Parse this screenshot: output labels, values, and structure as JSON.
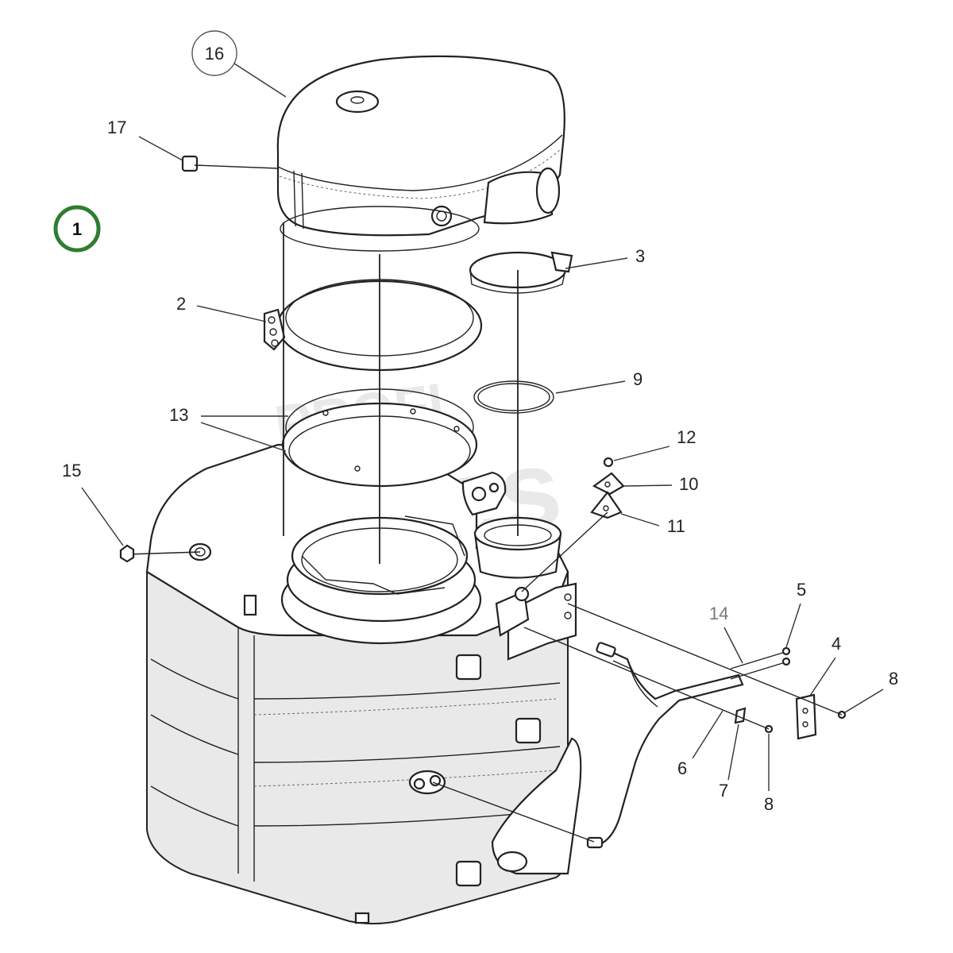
{
  "diagram": {
    "assembly_badge": "1",
    "badge_color": "#2e7d32",
    "watermark_line1": "PROFI",
    "watermark_line2": "Valves",
    "callouts": {
      "c16": "16",
      "c17": "17",
      "c3": "3",
      "c2": "2",
      "c9": "9",
      "c13": "13",
      "c12": "12",
      "c10": "10",
      "c15": "15",
      "c11": "11",
      "c5": "5",
      "c14": "14",
      "c4": "4",
      "c8a": "8",
      "c6": "6",
      "c7": "7",
      "c8b": "8"
    }
  }
}
